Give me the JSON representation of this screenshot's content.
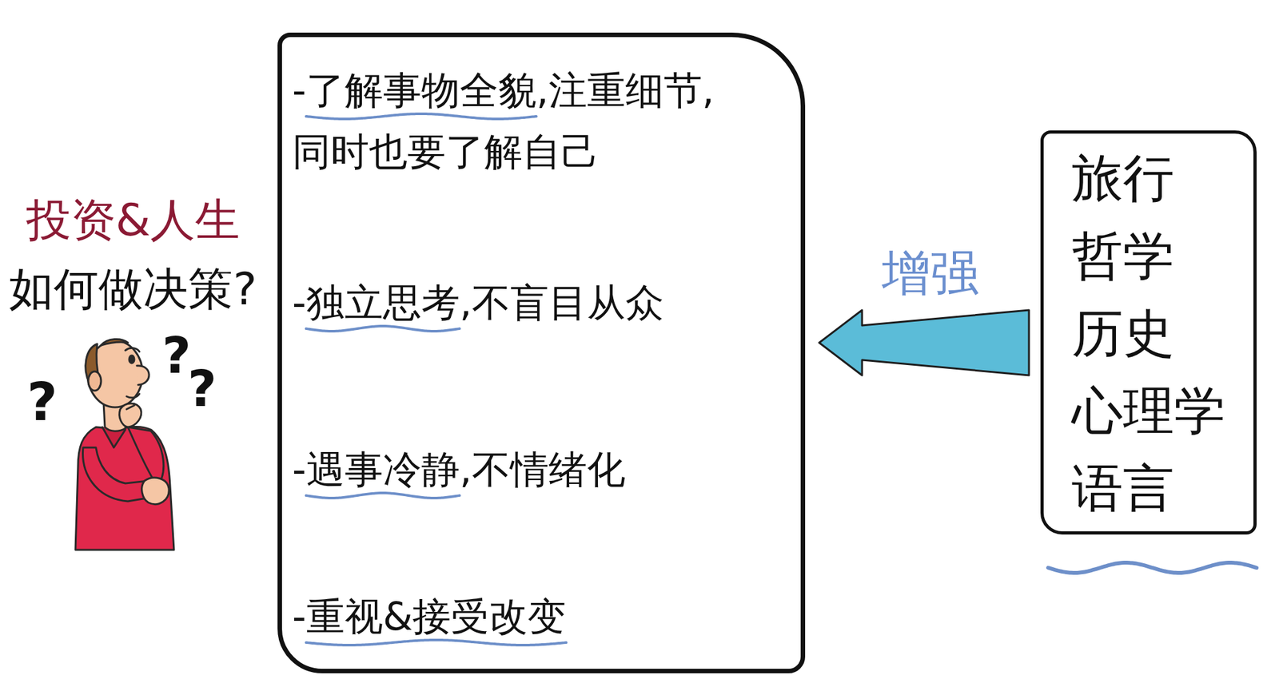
{
  "diagram": {
    "nodes": [
      {
        "text": [
          "-了解事物全貌,注重细节, 同时也要了解自己",
          "-独立思考,不盲目从众",
          "-遇事冷静,不情绪化",
          "-重视&接受改变"
        ]
      },
      {
        "text": [
          "旅行",
          "哲学",
          "历史",
          "心理学",
          "语言"
        ]
      }
    ],
    "edges": [
      {
        "from": 1,
        "to": 0,
        "arrow": "to",
        "label": "增强"
      }
    ],
    "labels": [
      "投资&人生",
      "如何做决策?",
      "?",
      "?",
      "?"
    ]
  }
}
